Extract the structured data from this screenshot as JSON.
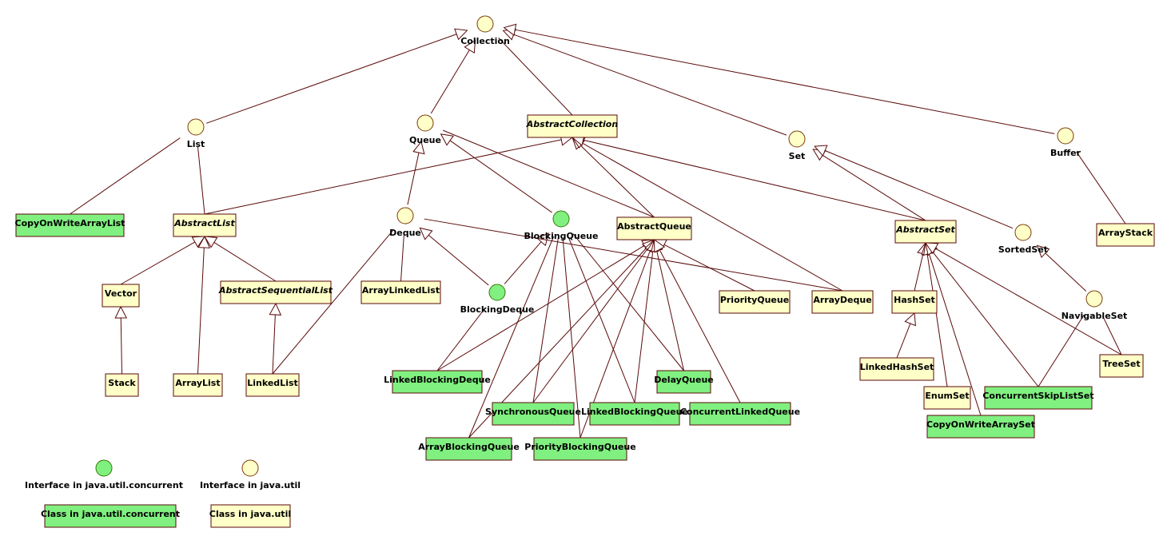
{
  "colors": {
    "util_fill": "#ffffc8",
    "concurrent_fill": "#80f080",
    "line": "#5a0a0a"
  },
  "nodes": {
    "Collection": {
      "label": "Collection",
      "kind": "interface",
      "package": "java.util"
    },
    "List": {
      "label": "List",
      "kind": "interface",
      "package": "java.util"
    },
    "Queue": {
      "label": "Queue",
      "kind": "interface",
      "package": "java.util"
    },
    "Set": {
      "label": "Set",
      "kind": "interface",
      "package": "java.util"
    },
    "Buffer": {
      "label": "Buffer",
      "kind": "interface",
      "package": "java.util"
    },
    "Deque": {
      "label": "Deque",
      "kind": "interface",
      "package": "java.util"
    },
    "BlockingQueue": {
      "label": "BlockingQueue",
      "kind": "interface",
      "package": "java.util.concurrent"
    },
    "BlockingDeque": {
      "label": "BlockingDeque",
      "kind": "interface",
      "package": "java.util.concurrent"
    },
    "SortedSet": {
      "label": "SortedSet",
      "kind": "interface",
      "package": "java.util"
    },
    "NavigableSet": {
      "label": "NavigableSet",
      "kind": "interface",
      "package": "java.util"
    },
    "AbstractCollection": {
      "label": "AbstractCollection",
      "kind": "abstract",
      "package": "java.util"
    },
    "AbstractList": {
      "label": "AbstractList",
      "kind": "abstract",
      "package": "java.util"
    },
    "AbstractSequentialList": {
      "label": "AbstractSequentialList",
      "kind": "abstract",
      "package": "java.util"
    },
    "AbstractQueue": {
      "label": "AbstractQueue",
      "kind": "class",
      "package": "java.util"
    },
    "AbstractSet": {
      "label": "AbstractSet",
      "kind": "abstract",
      "package": "java.util"
    },
    "CopyOnWriteArrayList": {
      "label": "CopyOnWriteArrayList",
      "kind": "class",
      "package": "java.util.concurrent"
    },
    "Vector": {
      "label": "Vector",
      "kind": "class",
      "package": "java.util"
    },
    "Stack": {
      "label": "Stack",
      "kind": "class",
      "package": "java.util"
    },
    "ArrayList": {
      "label": "ArrayList",
      "kind": "class",
      "package": "java.util"
    },
    "LinkedList": {
      "label": "LinkedList",
      "kind": "class",
      "package": "java.util"
    },
    "ArrayLinkedList": {
      "label": "ArrayLinkedList",
      "kind": "class",
      "package": "java.util"
    },
    "PriorityQueue": {
      "label": "PriorityQueue",
      "kind": "class",
      "package": "java.util"
    },
    "ArrayDeque": {
      "label": "ArrayDeque",
      "kind": "class",
      "package": "java.util"
    },
    "HashSet": {
      "label": "HashSet",
      "kind": "class",
      "package": "java.util"
    },
    "LinkedHashSet": {
      "label": "LinkedHashSet",
      "kind": "class",
      "package": "java.util"
    },
    "TreeSet": {
      "label": "TreeSet",
      "kind": "class",
      "package": "java.util"
    },
    "ArrayStack": {
      "label": "ArrayStack",
      "kind": "class",
      "package": "java.util"
    },
    "LinkedBlockingDeque": {
      "label": "LinkedBlockingDeque",
      "kind": "class",
      "package": "java.util.concurrent"
    },
    "SynchronousQueue": {
      "label": "SynchronousQueue",
      "kind": "class",
      "package": "java.util.concurrent"
    },
    "ArrayBlockingQueue": {
      "label": "ArrayBlockingQueue",
      "kind": "class",
      "package": "java.util.concurrent"
    },
    "PriorityBlockingQueue": {
      "label": "PriorityBlockingQueue",
      "kind": "class",
      "package": "java.util.concurrent"
    },
    "LinkedBlockingQueue": {
      "label": "LinkedBlockingQueue",
      "kind": "class",
      "package": "java.util.concurrent"
    },
    "DelayQueue": {
      "label": "DelayQueue",
      "kind": "class",
      "package": "java.util.concurrent"
    },
    "ConcurrentLinkedQueue": {
      "label": "ConcurrentLinkedQueue",
      "kind": "class",
      "package": "java.util.concurrent"
    },
    "EnumSet": {
      "label": "EnumSet",
      "kind": "class",
      "package": "java.util"
    },
    "CopyOnWriteArraySet": {
      "label": "CopyOnWriteArraySet",
      "kind": "class",
      "package": "java.util.concurrent"
    },
    "ConcurrentSkipListSet": {
      "label": "ConcurrentSkipListSet",
      "kind": "class",
      "package": "java.util.concurrent"
    }
  },
  "edges": [
    {
      "from": "List",
      "to": "Collection",
      "type": "generalization"
    },
    {
      "from": "Queue",
      "to": "Collection",
      "type": "generalization"
    },
    {
      "from": "Set",
      "to": "Collection",
      "type": "generalization"
    },
    {
      "from": "Buffer",
      "to": "Collection",
      "type": "generalization"
    },
    {
      "from": "AbstractCollection",
      "to": "Collection",
      "type": "realization"
    },
    {
      "from": "CopyOnWriteArrayList",
      "to": "List",
      "type": "realization"
    },
    {
      "from": "AbstractList",
      "to": "List",
      "type": "realization"
    },
    {
      "from": "AbstractList",
      "to": "AbstractCollection",
      "type": "generalization"
    },
    {
      "from": "Vector",
      "to": "AbstractList",
      "type": "generalization"
    },
    {
      "from": "ArrayList",
      "to": "AbstractList",
      "type": "generalization"
    },
    {
      "from": "AbstractSequentialList",
      "to": "AbstractList",
      "type": "generalization"
    },
    {
      "from": "Stack",
      "to": "Vector",
      "type": "generalization"
    },
    {
      "from": "LinkedList",
      "to": "AbstractSequentialList",
      "type": "generalization"
    },
    {
      "from": "LinkedList",
      "to": "Deque",
      "type": "realization"
    },
    {
      "from": "Deque",
      "to": "Queue",
      "type": "generalization"
    },
    {
      "from": "ArrayLinkedList",
      "to": "Deque",
      "type": "realization"
    },
    {
      "from": "BlockingDeque",
      "to": "Deque",
      "type": "generalization"
    },
    {
      "from": "BlockingDeque",
      "to": "BlockingQueue",
      "type": "generalization"
    },
    {
      "from": "BlockingQueue",
      "to": "Queue",
      "type": "generalization"
    },
    {
      "from": "AbstractQueue",
      "to": "Queue",
      "type": "realization"
    },
    {
      "from": "AbstractQueue",
      "to": "AbstractCollection",
      "type": "generalization"
    },
    {
      "from": "ArrayDeque",
      "to": "Deque",
      "type": "realization"
    },
    {
      "from": "ArrayDeque",
      "to": "AbstractCollection",
      "type": "generalization"
    },
    {
      "from": "AbstractSet",
      "to": "AbstractCollection",
      "type": "generalization"
    },
    {
      "from": "AbstractSet",
      "to": "Set",
      "type": "generalization"
    },
    {
      "from": "SortedSet",
      "to": "Set",
      "type": "generalization"
    },
    {
      "from": "NavigableSet",
      "to": "SortedSet",
      "type": "generalization"
    },
    {
      "from": "ArrayStack",
      "to": "Buffer",
      "type": "realization"
    },
    {
      "from": "PriorityQueue",
      "to": "AbstractQueue",
      "type": "generalization"
    },
    {
      "from": "LinkedBlockingDeque",
      "to": "AbstractQueue",
      "type": "generalization"
    },
    {
      "from": "LinkedBlockingDeque",
      "to": "BlockingDeque",
      "type": "realization"
    },
    {
      "from": "SynchronousQueue",
      "to": "AbstractQueue",
      "type": "generalization"
    },
    {
      "from": "SynchronousQueue",
      "to": "BlockingQueue",
      "type": "realization"
    },
    {
      "from": "ArrayBlockingQueue",
      "to": "AbstractQueue",
      "type": "generalization"
    },
    {
      "from": "ArrayBlockingQueue",
      "to": "BlockingQueue",
      "type": "realization"
    },
    {
      "from": "PriorityBlockingQueue",
      "to": "AbstractQueue",
      "type": "generalization"
    },
    {
      "from": "PriorityBlockingQueue",
      "to": "BlockingQueue",
      "type": "realization"
    },
    {
      "from": "LinkedBlockingQueue",
      "to": "AbstractQueue",
      "type": "generalization"
    },
    {
      "from": "LinkedBlockingQueue",
      "to": "BlockingQueue",
      "type": "realization"
    },
    {
      "from": "DelayQueue",
      "to": "AbstractQueue",
      "type": "generalization"
    },
    {
      "from": "DelayQueue",
      "to": "BlockingQueue",
      "type": "realization"
    },
    {
      "from": "ConcurrentLinkedQueue",
      "to": "AbstractQueue",
      "type": "generalization"
    },
    {
      "from": "HashSet",
      "to": "AbstractSet",
      "type": "generalization"
    },
    {
      "from": "LinkedHashSet",
      "to": "HashSet",
      "type": "generalization"
    },
    {
      "from": "EnumSet",
      "to": "AbstractSet",
      "type": "generalization"
    },
    {
      "from": "CopyOnWriteArraySet",
      "to": "AbstractSet",
      "type": "generalization"
    },
    {
      "from": "ConcurrentSkipListSet",
      "to": "AbstractSet",
      "type": "generalization"
    },
    {
      "from": "ConcurrentSkipListSet",
      "to": "NavigableSet",
      "type": "realization"
    },
    {
      "from": "TreeSet",
      "to": "AbstractSet",
      "type": "generalization"
    },
    {
      "from": "TreeSet",
      "to": "NavigableSet",
      "type": "realization"
    }
  ],
  "legend": {
    "interface_concurrent": "Interface in java.util.concurrent",
    "interface_util": "Interface in java.util",
    "class_concurrent": "Class in java.util.concurrent",
    "class_util": "Class in java.util"
  }
}
